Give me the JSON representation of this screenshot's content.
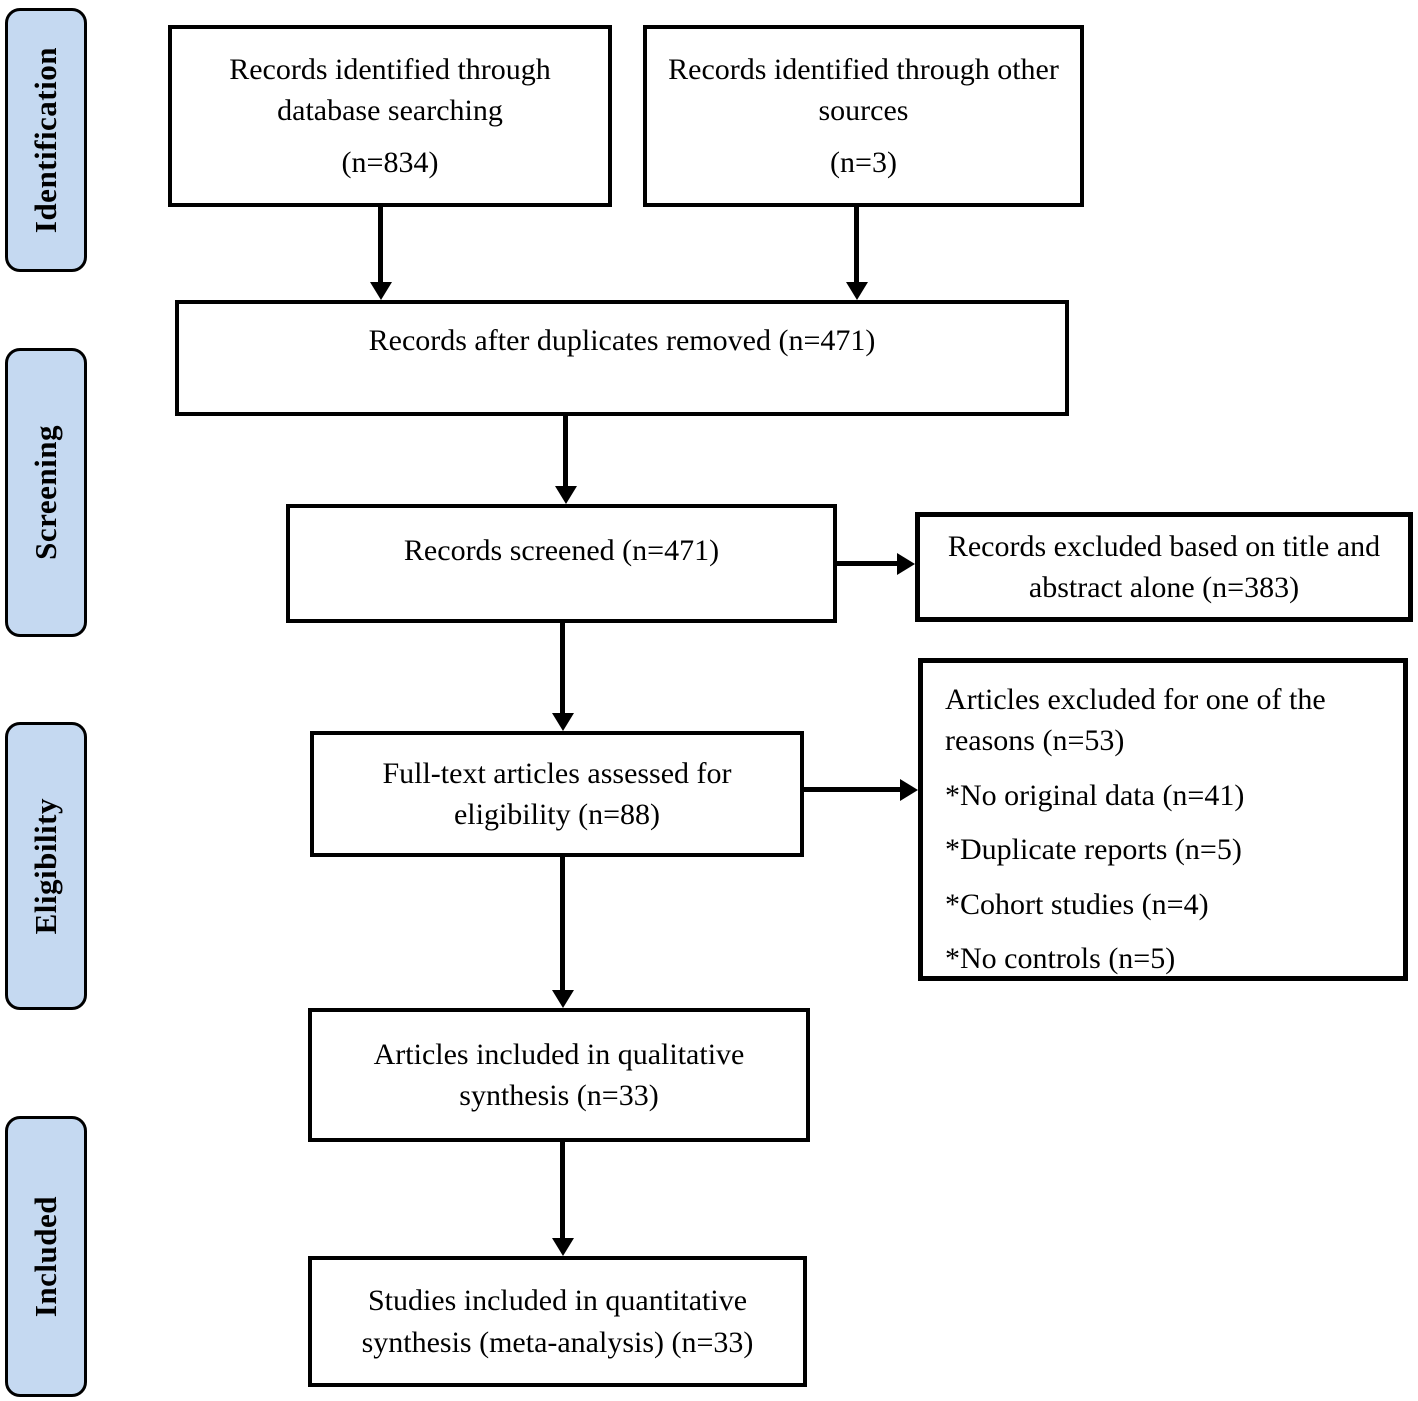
{
  "stages": [
    "Identification",
    "Screening",
    "Eligibility",
    "Included"
  ],
  "boxes": {
    "records_db": {
      "text": "Records identified through database searching",
      "count": "(n=834)"
    },
    "records_other": {
      "text": "Records identified through other sources",
      "count": "(n=3)"
    },
    "after_duplicates": {
      "text": "Records after duplicates removed (n=471)"
    },
    "screened": {
      "text": "Records screened (n=471)"
    },
    "excluded_title_abstract": {
      "text": "Records excluded based on title and abstract alone (n=383)"
    },
    "fulltext_assessed": {
      "text": "Full-text articles assessed for eligibility (n=88)"
    },
    "excluded_fulltext": {
      "title": "Articles excluded for one of the reasons (n=53)",
      "reasons": [
        "*No original data (n=41)",
        "*Duplicate reports (n=5)",
        "*Cohort studies (n=4)",
        "*No controls (n=5)"
      ]
    },
    "qualitative": {
      "text": "Articles included in qualitative synthesis (n=33)"
    },
    "quantitative": {
      "text": "Studies included in quantitative synthesis (meta-analysis) (n=33)"
    }
  },
  "colors": {
    "stage_fill": "#c5d9f1",
    "line": "#000000",
    "box_fill": "#ffffff",
    "page_bg": "#ffffff"
  }
}
